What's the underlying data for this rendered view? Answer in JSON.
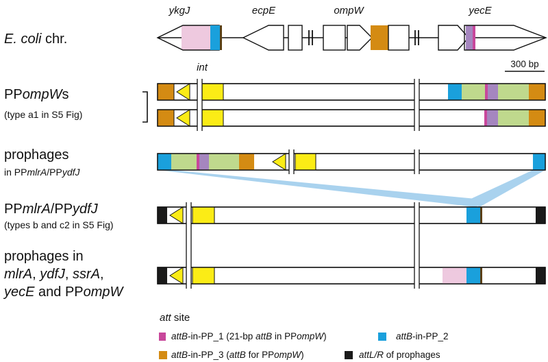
{
  "colors": {
    "pink": "#c8479b",
    "lightPink": "#eec9df",
    "purple": "#a586bf",
    "blue": "#1aa0dc",
    "orange": "#d48b13",
    "green": "#bfd98d",
    "yellow": "#fbec16",
    "black": "#1a1a1a",
    "brown": "#5a3f14",
    "connector": "#a9d2ee"
  },
  "genes": {
    "ykgJ": "ykgJ",
    "ecpE": "ecpE",
    "ompW": "ompW",
    "yecE": "yecE"
  },
  "int_label": "int",
  "scale_label": "300 bp",
  "rows": {
    "ecoli": {
      "italic": "E. coli",
      "plain": " chr."
    },
    "ppompw": {
      "pre": "PP",
      "italic": "ompW",
      "post": "s",
      "sub": "(type a1 in S5 Fig)"
    },
    "prophages1": {
      "title": "prophages",
      "sub_pre": "in PP",
      "sub_i1": "mlrA",
      "sub_mid": "/PP",
      "sub_i2": "ydfJ"
    },
    "ppmlra": {
      "pre": "PP",
      "i1": "mlrA",
      "mid": "/PP",
      "i2": "ydfJ",
      "sub": "(types b and c2 in S5 Fig)"
    },
    "prophages2": {
      "line1": "prophages in",
      "l2_i1": "mlrA",
      "l2_c1": ", ",
      "l2_i2": "ydfJ",
      "l2_c2": ", ",
      "l2_i3": "ssrA",
      "l2_c3": ",",
      "l3_i1": "yecE",
      "l3_mid": " and PP",
      "l3_i2": "ompW"
    }
  },
  "legend": {
    "title_i": "att",
    "title": " site",
    "item1": {
      "i1": "attB",
      "t1": "-in-PP_1 (21-bp ",
      "i2": "attB",
      "t2": " in PP",
      "i3": "ompW",
      "t3": ")"
    },
    "item2": {
      "i1": "attB",
      "t1": "-in-PP_2"
    },
    "item3": {
      "i1": "attB",
      "t1": "-in-PP_3 (",
      "i2": "attB",
      "t2": " for PP",
      "i3": "ompW",
      "t3": ")"
    },
    "item4": {
      "i1": "attL/R",
      "t1": " of prophages"
    }
  }
}
